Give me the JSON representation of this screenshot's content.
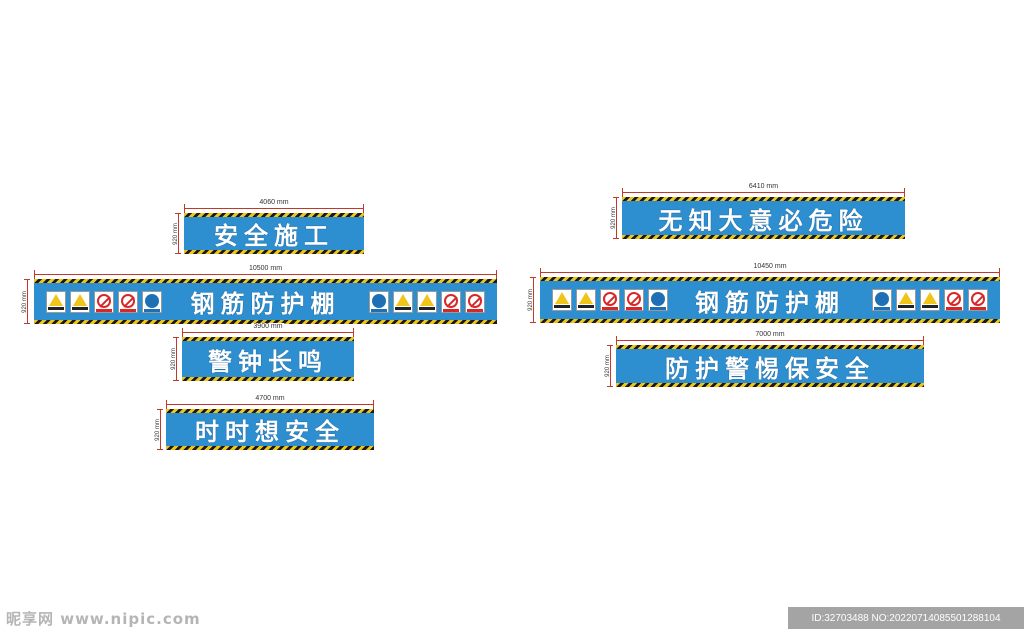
{
  "banners": {
    "b1": {
      "text": "安全施工",
      "width": "4060 mm",
      "height": "920 mm"
    },
    "b2": {
      "text": "钢筋防护棚",
      "width": "10500 mm",
      "height": "920 mm"
    },
    "b3": {
      "text": "警钟长鸣",
      "width": "3900 mm",
      "height": "920 mm"
    },
    "b4": {
      "text": "时时想安全",
      "width": "4700 mm",
      "height": "920 mm"
    },
    "b5": {
      "text": "无知大意必危险",
      "width": "6410 mm",
      "height": "920 mm"
    },
    "b6": {
      "text": "钢筋防护棚",
      "width": "10450 mm",
      "height": "920 mm"
    },
    "b7": {
      "text": "防护警惕保安全",
      "width": "7000 mm",
      "height": "920 mm"
    }
  },
  "colors": {
    "banner_blue": "#2e8fd0",
    "hazard_yellow": "#f0c419",
    "dimension_red": "#c0392b"
  },
  "watermark": {
    "left": "昵享网 www.nipic.com",
    "right": "ID:32703488 NO:20220714085501288104"
  }
}
